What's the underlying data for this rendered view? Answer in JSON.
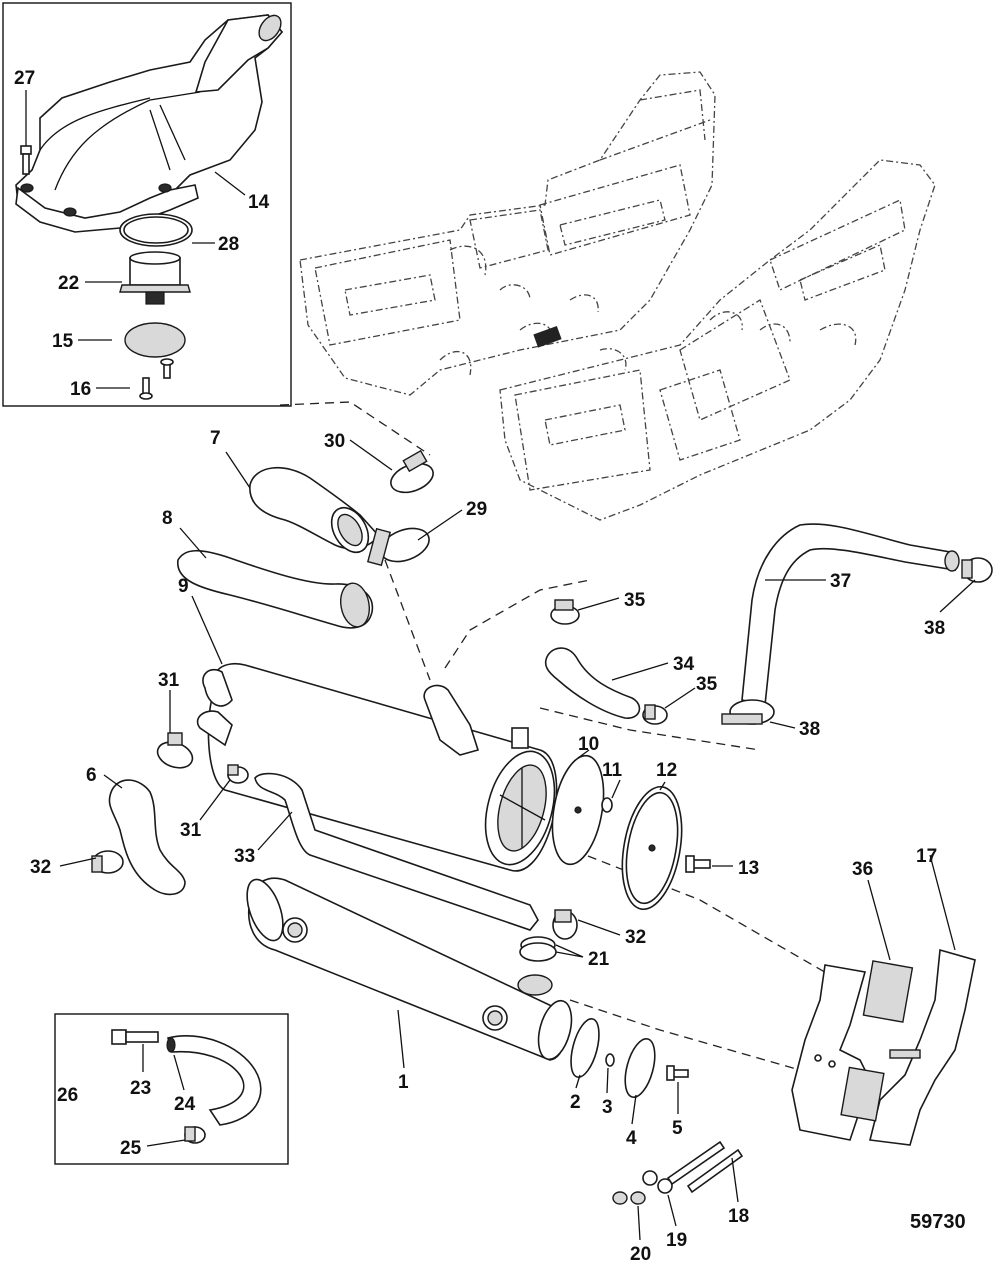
{
  "figure_number": "59730",
  "callouts": [
    {
      "id": "c27",
      "text": "27"
    },
    {
      "id": "c14",
      "text": "14"
    },
    {
      "id": "c28",
      "text": "28"
    },
    {
      "id": "c22",
      "text": "22"
    },
    {
      "id": "c15",
      "text": "15"
    },
    {
      "id": "c16",
      "text": "16"
    },
    {
      "id": "c7",
      "text": "7"
    },
    {
      "id": "c30",
      "text": "30"
    },
    {
      "id": "c29",
      "text": "29"
    },
    {
      "id": "c8",
      "text": "8"
    },
    {
      "id": "c9",
      "text": "9"
    },
    {
      "id": "c35a",
      "text": "35"
    },
    {
      "id": "c37",
      "text": "37"
    },
    {
      "id": "c38a",
      "text": "38"
    },
    {
      "id": "c34",
      "text": "34"
    },
    {
      "id": "c35b",
      "text": "35"
    },
    {
      "id": "c38b",
      "text": "38"
    },
    {
      "id": "c31a",
      "text": "31"
    },
    {
      "id": "c6",
      "text": "6"
    },
    {
      "id": "c31b",
      "text": "31"
    },
    {
      "id": "c10",
      "text": "10"
    },
    {
      "id": "c11",
      "text": "11"
    },
    {
      "id": "c12",
      "text": "12"
    },
    {
      "id": "c32a",
      "text": "32"
    },
    {
      "id": "c33",
      "text": "33"
    },
    {
      "id": "c13",
      "text": "13"
    },
    {
      "id": "c36",
      "text": "36"
    },
    {
      "id": "c17",
      "text": "17"
    },
    {
      "id": "c32b",
      "text": "32"
    },
    {
      "id": "c21",
      "text": "21"
    },
    {
      "id": "c26",
      "text": "26"
    },
    {
      "id": "c23",
      "text": "23"
    },
    {
      "id": "c24",
      "text": "24"
    },
    {
      "id": "c25",
      "text": "25"
    },
    {
      "id": "c1",
      "text": "1"
    },
    {
      "id": "c2",
      "text": "2"
    },
    {
      "id": "c3",
      "text": "3"
    },
    {
      "id": "c4",
      "text": "4"
    },
    {
      "id": "c5",
      "text": "5"
    },
    {
      "id": "c18",
      "text": "18"
    },
    {
      "id": "c19",
      "text": "19"
    },
    {
      "id": "c20",
      "text": "20"
    }
  ]
}
